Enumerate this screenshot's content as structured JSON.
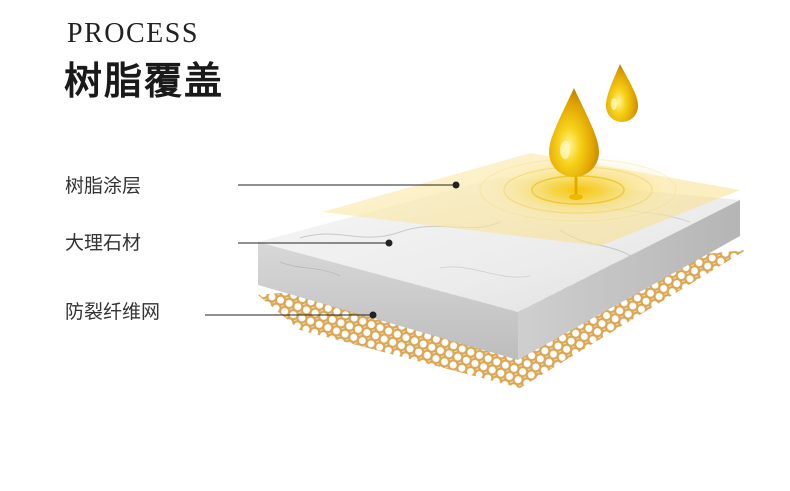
{
  "header": {
    "eyebrow": "PROCESS",
    "title": "树脂覆盖"
  },
  "layers": [
    {
      "id": "resin",
      "label": "树脂涂层"
    },
    {
      "id": "marble",
      "label": "大理石材"
    },
    {
      "id": "mesh",
      "label": "防裂纤维网"
    }
  ],
  "colors": {
    "text": "#222222",
    "resin_gold": "#f2c21a",
    "resin_film": "#fbe9a6",
    "marble": "#eeeeee",
    "mesh": "#d9a24c"
  }
}
